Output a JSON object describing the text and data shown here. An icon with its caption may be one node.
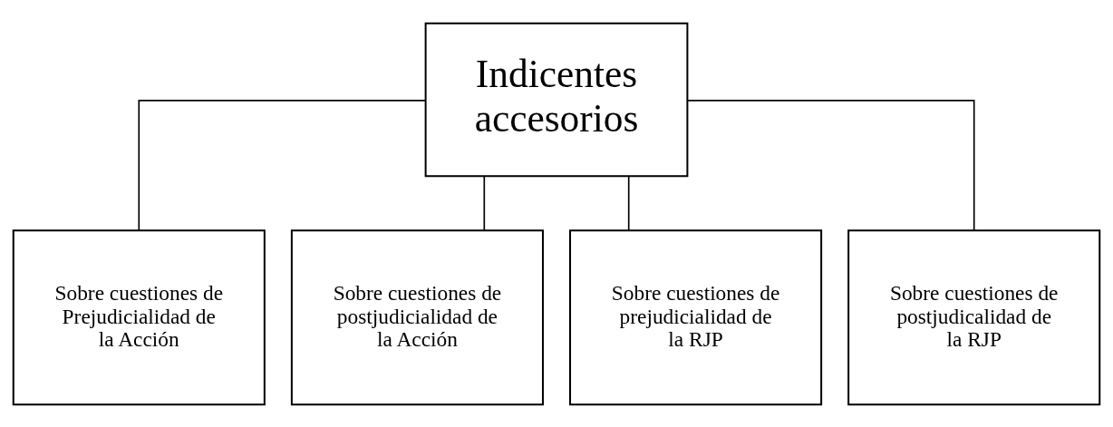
{
  "diagram": {
    "nodes": [
      {
        "text": [
          "Indicentes accesorios"
        ]
      },
      {
        "text": [
          "Sobre cuestiones de Prejudicialidad de la Acción"
        ]
      },
      {
        "text": [
          "Sobre cuestiones de postjudicialidad de la Acción"
        ]
      },
      {
        "text": [
          "Sobre cuestiones de prejudicialidad de la RJP"
        ]
      },
      {
        "text": [
          "Sobre cuestiones de postjudicalidad de la RJP"
        ]
      }
    ],
    "edges": [
      {
        "from": 0,
        "to": 1,
        "arrow": "none"
      },
      {
        "from": 0,
        "to": 2,
        "arrow": "none"
      },
      {
        "from": 0,
        "to": 3,
        "arrow": "none"
      },
      {
        "from": 0,
        "to": 4,
        "arrow": "none"
      }
    ]
  }
}
